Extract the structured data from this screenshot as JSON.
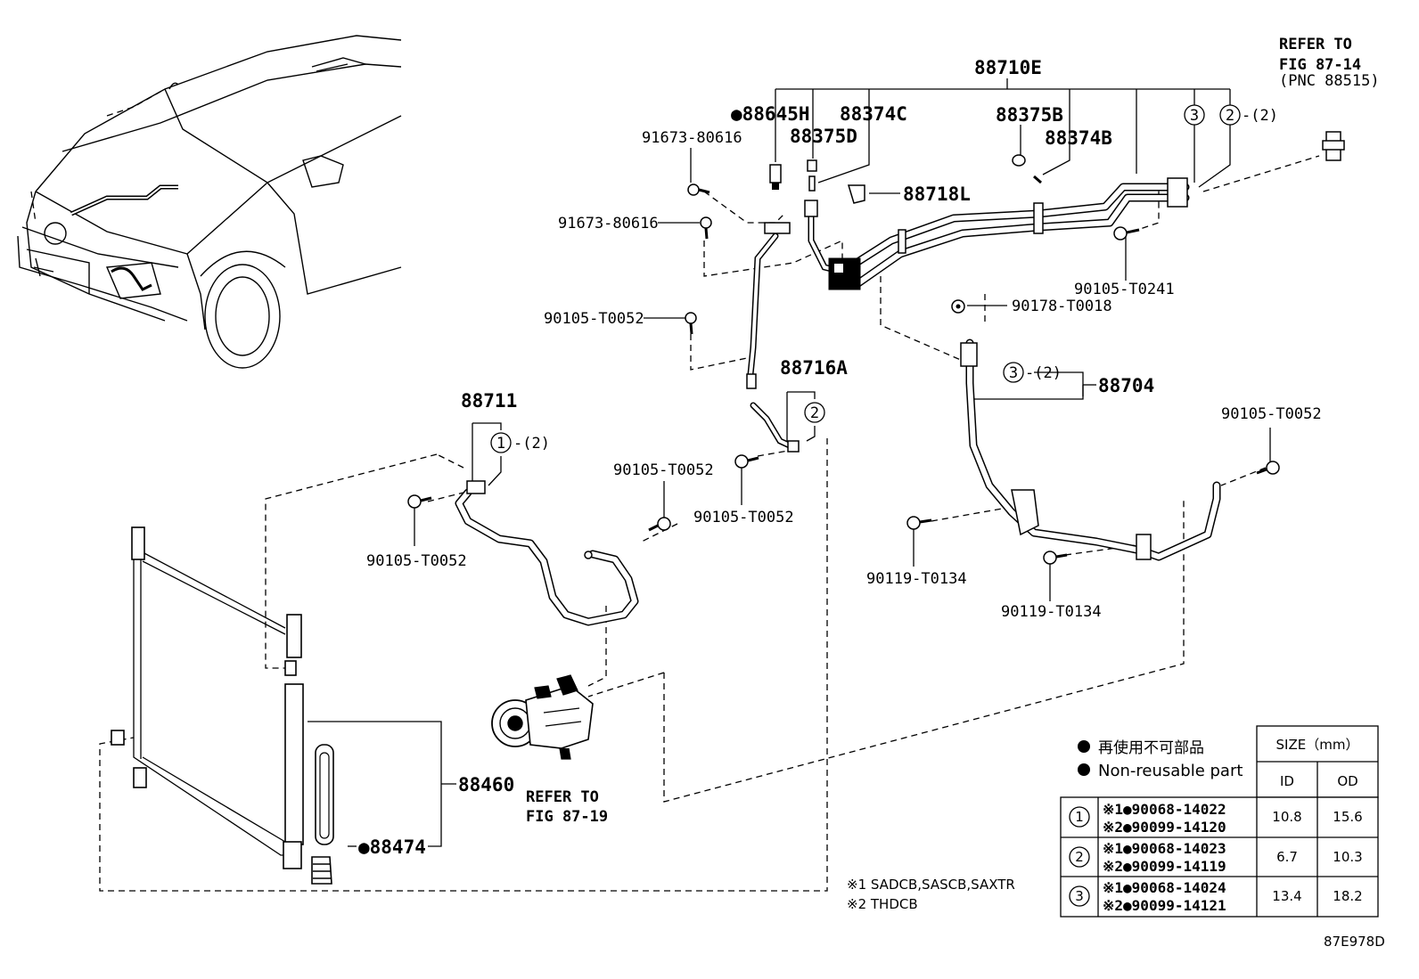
{
  "labels": {
    "p88710E": "88710E",
    "refer_top_1": "REFER TO",
    "refer_top_2": "FIG 87-14",
    "refer_top_3": "(PNC 88515)",
    "p88645H": "●88645H",
    "p88374C": "88374C",
    "p88375D": "88375D",
    "p88375B": "88375B",
    "p88374B": "88374B",
    "p91673_a": "91673-80616",
    "p91673_b": "91673-80616",
    "p88718L": "88718L",
    "p90105_T0241": "90105-T0241",
    "p90178_T0018": "90178-T0018",
    "p90105_T0052_a": "90105-T0052",
    "p88716A": "88716A",
    "p88704": "88704",
    "p88711": "88711",
    "p90105_T0052_b": "90105-T0052",
    "p90105_T0052_c": "90105-T0052",
    "p90105_T0052_d": "90105-T0052",
    "p90105_T0052_e": "90105-T0052",
    "p90119_T0134_a": "90119-T0134",
    "p90119_T0134_b": "90119-T0134",
    "p88460": "88460",
    "p88474": "●88474",
    "refer_bot_1": "REFER TO",
    "refer_bot_2": "FIG 87-19",
    "qty2": "-(2)",
    "c1": "1",
    "c2": "2",
    "c3": "3",
    "figure_id": "87E978D"
  },
  "legend": {
    "jp": "再使用不可部品",
    "en": "Non-reusable part",
    "note1": "※1 SADCB,SASCB,SAXTR",
    "note2": "※2 THDCB"
  },
  "table": {
    "size_header": "SIZE（mm）",
    "id_header": "ID",
    "od_header": "OD",
    "rows": [
      {
        "num": "1",
        "pn1": "※1●90068-14022",
        "pn2": "※2●90099-14120",
        "id": "10.8",
        "od": "15.6"
      },
      {
        "num": "2",
        "pn1": "※1●90068-14023",
        "pn2": "※2●90099-14119",
        "id": "6.7",
        "od": "10.3"
      },
      {
        "num": "3",
        "pn1": "※1●90068-14024",
        "pn2": "※2●90099-14121",
        "id": "13.4",
        "od": "18.2"
      }
    ]
  }
}
